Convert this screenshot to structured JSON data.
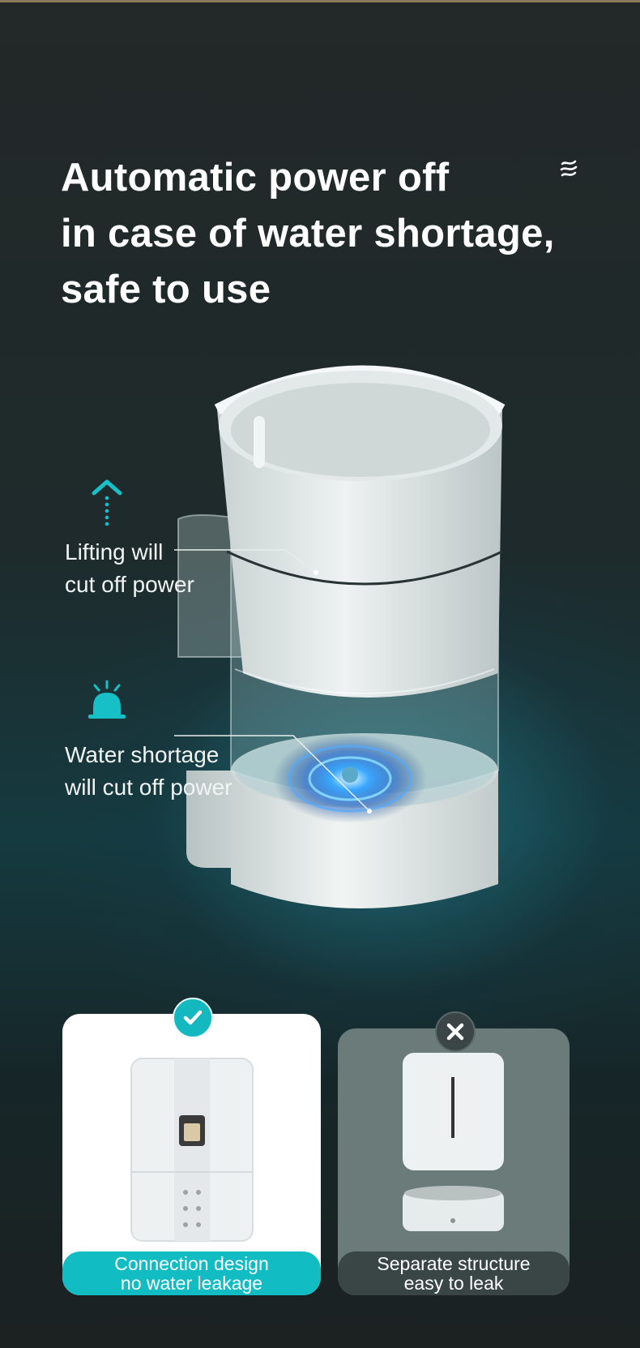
{
  "headline": {
    "lines": [
      "Automatic power off",
      "in case of water shortage,",
      "safe to use"
    ]
  },
  "icons": {
    "brand": "brand-wave-icon",
    "lift": "up-arrow-icon",
    "alarm": "alarm-bell-icon",
    "check": "check-icon",
    "cross": "x-icon"
  },
  "labels": {
    "lift": [
      "Lifting will",
      "cut off power"
    ],
    "water": [
      "Water shortage",
      "will cut off power"
    ]
  },
  "cards": {
    "good": {
      "caption": [
        "Connection design",
        "no water leakage"
      ],
      "badge": "check"
    },
    "bad": {
      "caption": [
        "Separate structure",
        "easy to leak"
      ],
      "badge": "x"
    }
  },
  "colors": {
    "accent": "#11bcc3",
    "background": "#1c2526",
    "text": "#ffffff",
    "bad_card": "#6a7b7a",
    "bad_caption": "#3a4646"
  }
}
